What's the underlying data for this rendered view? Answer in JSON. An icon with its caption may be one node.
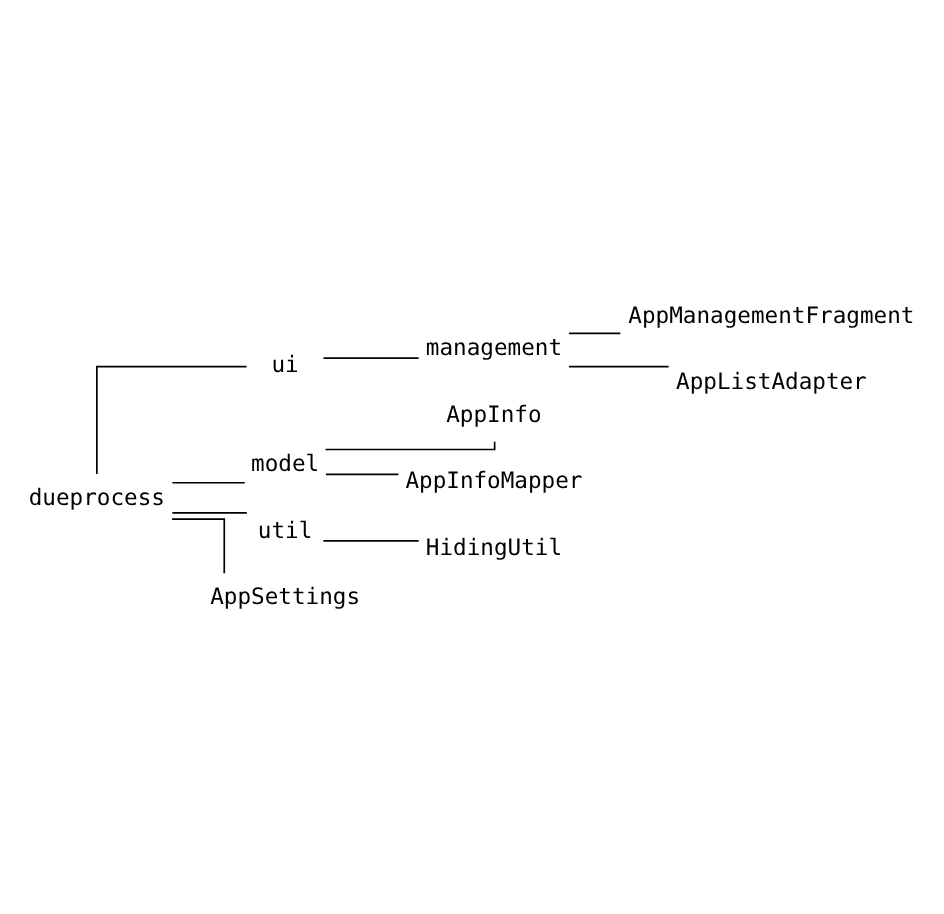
{
  "diagram": {
    "nodes": [
      {
        "text": [
          "dueprocess"
        ]
      },
      {
        "text": [
          "ui"
        ]
      },
      {
        "text": [
          "management"
        ]
      },
      {
        "text": [
          "AppManagementFragment"
        ]
      },
      {
        "text": [
          "AppListAdapter"
        ]
      },
      {
        "text": [
          "model"
        ]
      },
      {
        "text": [
          "AppInfo"
        ]
      },
      {
        "text": [
          "AppInfoMapper"
        ]
      },
      {
        "text": [
          "util"
        ]
      },
      {
        "text": [
          "HidingUtil"
        ]
      },
      {
        "text": [
          "AppSettings"
        ]
      }
    ],
    "edges": [
      {
        "from": 0,
        "to": 1,
        "arrow": "none"
      },
      {
        "from": 1,
        "to": 2,
        "arrow": "none"
      },
      {
        "from": 2,
        "to": 3,
        "arrow": "none"
      },
      {
        "from": 2,
        "to": 4,
        "arrow": "none"
      },
      {
        "from": 0,
        "to": 5,
        "arrow": "none"
      },
      {
        "from": 5,
        "to": 6,
        "arrow": "none"
      },
      {
        "from": 5,
        "to": 7,
        "arrow": "none"
      },
      {
        "from": 0,
        "to": 8,
        "arrow": "none"
      },
      {
        "from": 8,
        "to": 9,
        "arrow": "none"
      },
      {
        "from": 0,
        "to": 10,
        "arrow": "none"
      }
    ]
  }
}
